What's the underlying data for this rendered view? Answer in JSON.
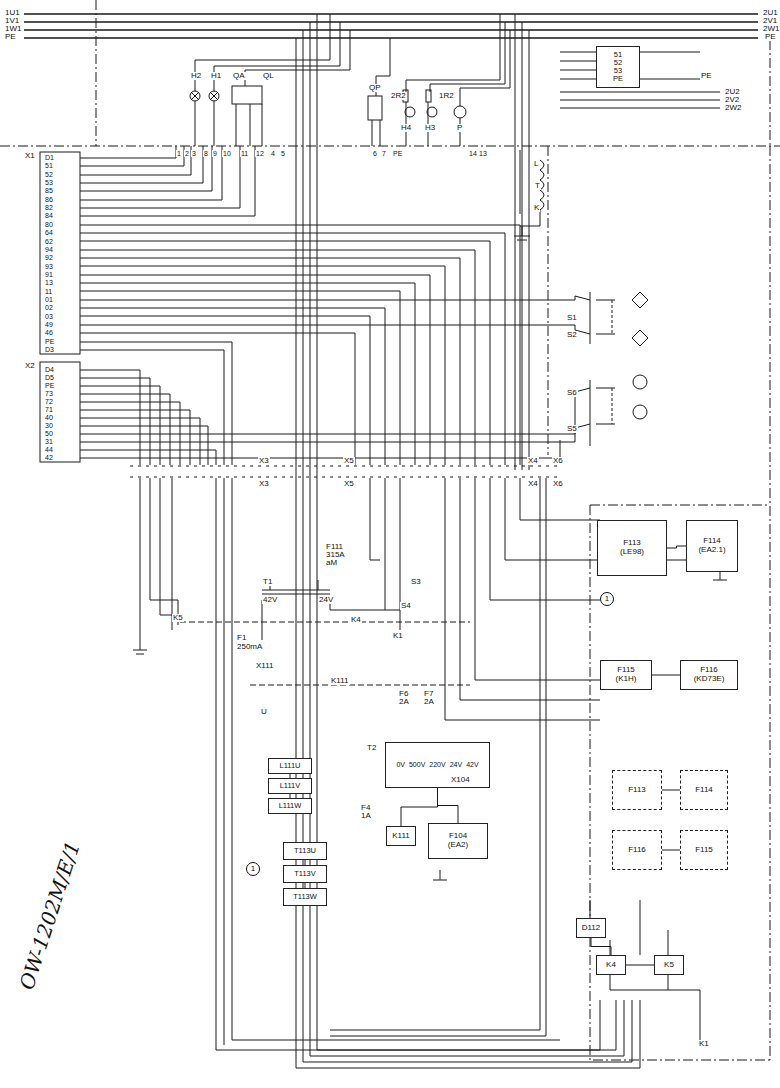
{
  "diagram": {
    "nodes": [
      {
        "text": [
          "51",
          "52",
          "53",
          "PE"
        ]
      },
      {
        "text": [
          "F113",
          "(LE98)"
        ]
      },
      {
        "text": [
          "F114",
          "(EA2.1)"
        ]
      },
      {
        "text": [
          "F115",
          "(K1H)"
        ]
      },
      {
        "text": [
          "F116",
          "(KD73E)"
        ]
      },
      {
        "text": [
          "F113"
        ]
      },
      {
        "text": [
          "F114"
        ]
      },
      {
        "text": [
          "F116"
        ]
      },
      {
        "text": [
          "F115"
        ]
      },
      {
        "text": [
          "0V",
          "500V",
          "220V",
          "24V",
          "42V"
        ]
      },
      {
        "text": [
          "K111"
        ]
      },
      {
        "text": [
          "F104",
          "(EA2)"
        ]
      },
      {
        "text": [
          "L111U"
        ]
      },
      {
        "text": [
          "L111V"
        ]
      },
      {
        "text": [
          "L111W"
        ]
      },
      {
        "text": [
          "T113U"
        ]
      },
      {
        "text": [
          "T113V"
        ]
      },
      {
        "text": [
          "T113W"
        ]
      },
      {
        "text": [
          "D112"
        ]
      },
      {
        "text": [
          "K4"
        ]
      },
      {
        "text": [
          "K5"
        ]
      }
    ],
    "edges": [
      {
        "from": 1,
        "to": 2,
        "arrow": "none"
      },
      {
        "from": 3,
        "to": 4,
        "arrow": "none"
      },
      {
        "from": 5,
        "to": 6,
        "arrow": "none"
      },
      {
        "from": 7,
        "to": 8,
        "arrow": "none"
      },
      {
        "from": 9,
        "to": 10,
        "arrow": "none"
      },
      {
        "from": 9,
        "to": 11,
        "arrow": "none"
      },
      {
        "from": 12,
        "to": 13,
        "arrow": "none"
      },
      {
        "from": 13,
        "to": 14,
        "arrow": "none"
      },
      {
        "from": 15,
        "to": 16,
        "arrow": "none"
      },
      {
        "from": 16,
        "to": 17,
        "arrow": "none"
      },
      {
        "from": 18,
        "to": 19,
        "arrow": "none"
      },
      {
        "from": 19,
        "to": 20,
        "arrow": "none"
      }
    ],
    "labels": [
      "1U1",
      "1V1",
      "1W1",
      "PE",
      "2U1",
      "2V1",
      "2W1",
      "PE",
      "2U2",
      "2V2",
      "2W2",
      "PE",
      "H2",
      "H1",
      "QA",
      "QL",
      "QP",
      "2R2",
      "1R2",
      "H4",
      "H3",
      "P",
      "L",
      "T",
      "K",
      "X1",
      "D1",
      "51",
      "52",
      "53",
      "85",
      "86",
      "82",
      "84",
      "80",
      "64",
      "62",
      "94",
      "92",
      "93",
      "91",
      "13",
      "11",
      "01",
      "02",
      "03",
      "49",
      "46",
      "PE",
      "D3",
      "X2",
      "D4",
      "D5",
      "PE",
      "73",
      "72",
      "71",
      "40",
      "30",
      "50",
      "31",
      "44",
      "42",
      "S1",
      "S2",
      "S6",
      "S5",
      "X3",
      "X3",
      "X5",
      "X5",
      "X4",
      "X4",
      "X6",
      "X6",
      "F111",
      "315A",
      "aM",
      "T1",
      "42V",
      "24V",
      "K4",
      "F1",
      "250mA",
      "X111",
      "K111",
      "F6",
      "2A",
      "F7",
      "2A",
      "T2",
      "F4",
      "1A",
      "X104",
      "K5",
      "K1",
      "OW-1202M/E/1",
      "1",
      "1",
      "U",
      "K1",
      "S3",
      "S4",
      "1",
      "2",
      "3",
      "8",
      "9",
      "10",
      "11",
      "12",
      "4",
      "5",
      "6",
      "7",
      "PE",
      "14",
      "13"
    ]
  }
}
